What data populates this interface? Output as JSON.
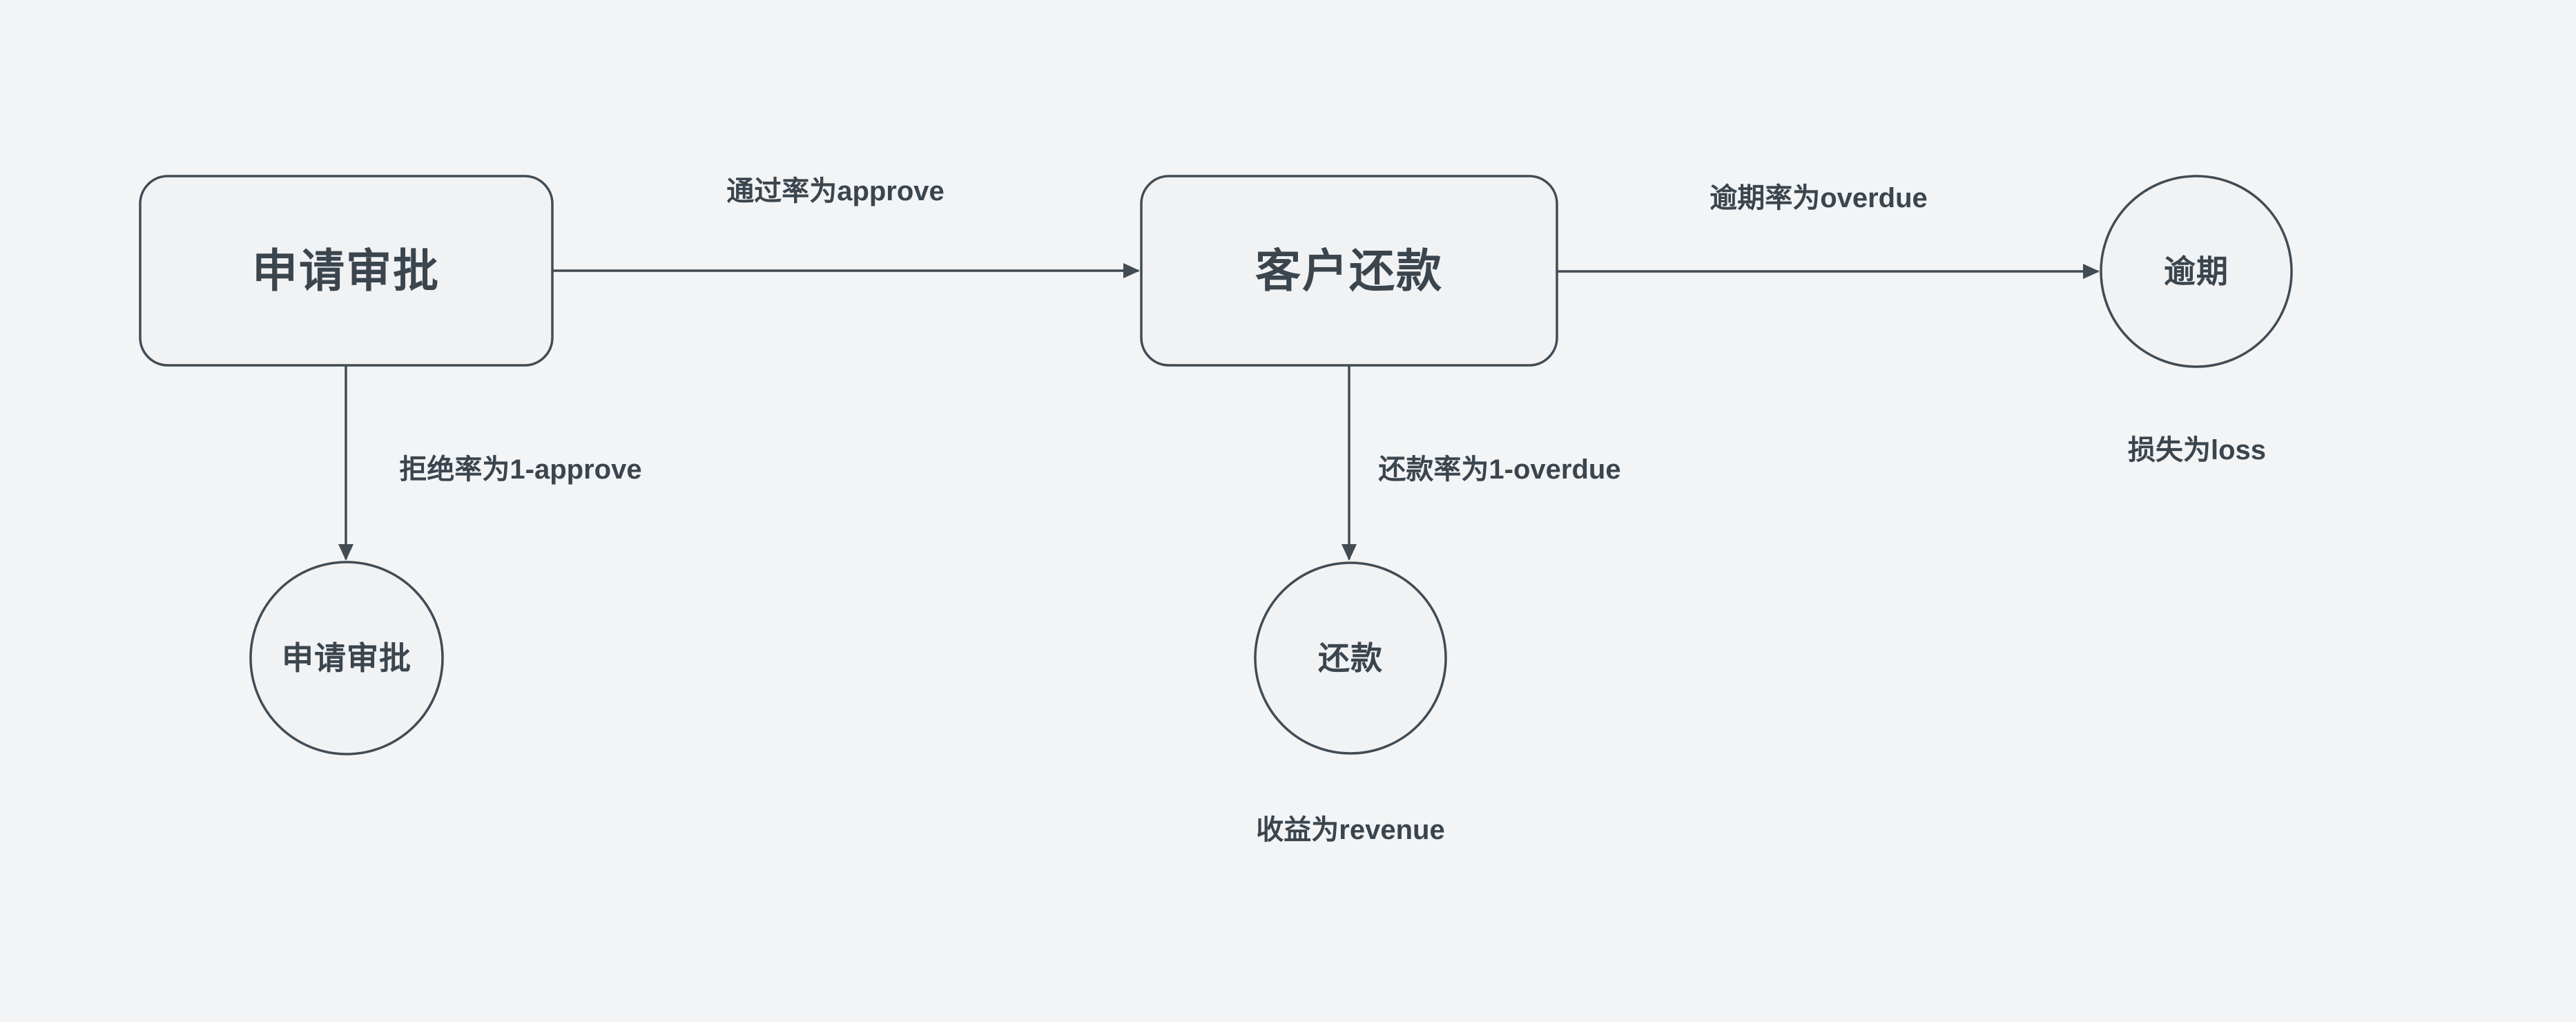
{
  "diagram": {
    "background": "#f3f4f5",
    "stroke_color": "#414c55",
    "node_fill": "#f1f2f4",
    "text_color": "#3b454e",
    "nodes": [
      {
        "id": "approval-box",
        "type": "rounded-rect",
        "label": "申请审批"
      },
      {
        "id": "repayment-box",
        "type": "rounded-rect",
        "label": "客户还款"
      },
      {
        "id": "overdue-circle",
        "type": "circle",
        "label": "逾期"
      },
      {
        "id": "rejected-circle",
        "type": "circle",
        "label": "申请审批"
      },
      {
        "id": "repaid-circle",
        "type": "circle",
        "label": "还款"
      }
    ],
    "edges": [
      {
        "from": "approval-box",
        "to": "repayment-box",
        "label": "通过率为approve"
      },
      {
        "from": "repayment-box",
        "to": "overdue-circle",
        "label": "逾期率为overdue"
      },
      {
        "from": "approval-box",
        "to": "rejected-circle",
        "label": "拒绝率为1-approve"
      },
      {
        "from": "repayment-box",
        "to": "repaid-circle",
        "label": "还款率为1-overdue"
      }
    ],
    "annotations": [
      {
        "near": "overdue-circle",
        "label": "损失为loss"
      },
      {
        "near": "repaid-circle",
        "label": "收益为revenue"
      }
    ]
  }
}
